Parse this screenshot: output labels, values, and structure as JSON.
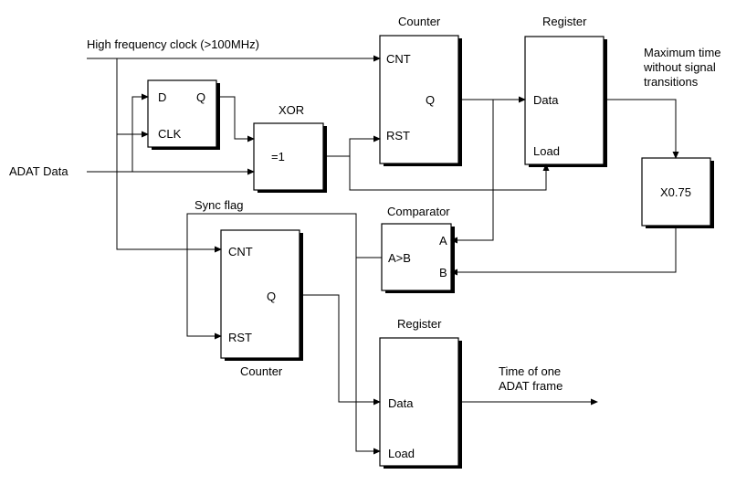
{
  "signals": {
    "clock": "High frequency clock (>100MHz)",
    "adat_data": "ADAT Data",
    "sync_flag": "Sync flag",
    "max_time_line1": "Maximum time",
    "max_time_line2": "without signal",
    "max_time_line3": "transitions",
    "frame_time_line1": "Time of one",
    "frame_time_line2": "ADAT frame"
  },
  "flipflop": {
    "d": "D",
    "q": "Q",
    "clk": "CLK"
  },
  "xor": {
    "title": "XOR",
    "symbol": "=1"
  },
  "counter1": {
    "title": "Counter",
    "cnt": "CNT",
    "q": "Q",
    "rst": "RST"
  },
  "register1": {
    "title": "Register",
    "data": "Data",
    "load": "Load"
  },
  "multiplier": {
    "label": "X0.75"
  },
  "comparator": {
    "title": "Comparator",
    "a": "A",
    "b": "B",
    "op": "A>B"
  },
  "counter2": {
    "title": "Counter",
    "cnt": "CNT",
    "q": "Q",
    "rst": "RST"
  },
  "register2": {
    "title": "Register",
    "data": "Data",
    "load": "Load"
  }
}
